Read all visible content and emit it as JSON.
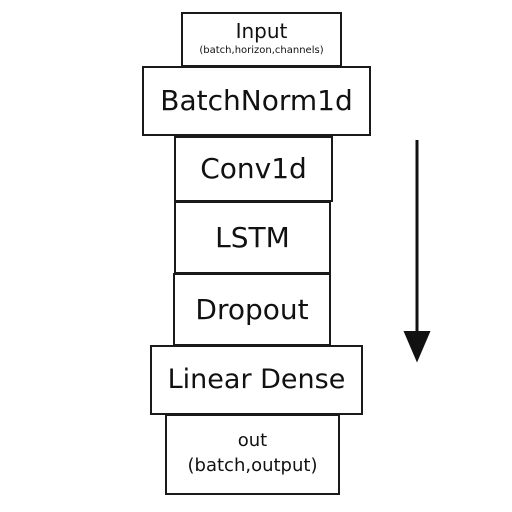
{
  "layers": [
    {
      "id": "input",
      "label": "Input",
      "sublabel": "(batch,horizon,channels)"
    },
    {
      "id": "batchnorm",
      "label": "BatchNorm1d"
    },
    {
      "id": "conv",
      "label": "Conv1d"
    },
    {
      "id": "lstm",
      "label": "LSTM"
    },
    {
      "id": "dropout",
      "label": "Dropout"
    },
    {
      "id": "linear",
      "label": "Linear Dense"
    },
    {
      "id": "out",
      "label": "out",
      "sublabel": "(batch,output)"
    }
  ],
  "arrow": {
    "direction": "down",
    "icon": "arrow-down-icon"
  },
  "colors": {
    "border": "#1a1a1a",
    "text": "#111111",
    "background": "#ffffff"
  }
}
